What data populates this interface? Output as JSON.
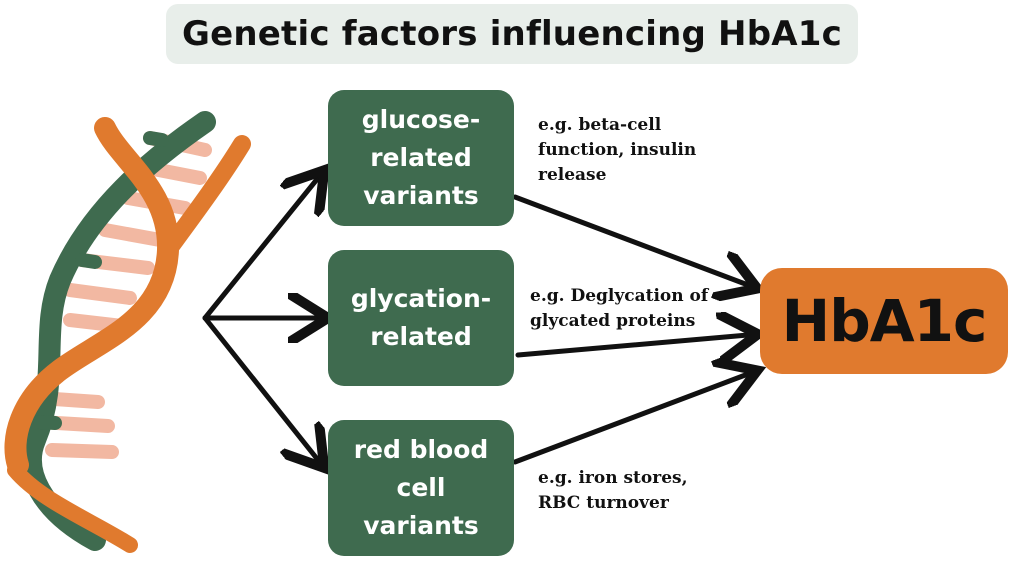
{
  "title": "Genetic factors influencing HbA1c",
  "boxes": [
    {
      "lines": [
        "glucose-",
        "related",
        "variants"
      ]
    },
    {
      "lines": [
        "glycation-",
        "related"
      ]
    },
    {
      "lines": [
        "red blood",
        "cell",
        "variants"
      ]
    }
  ],
  "notes": [
    {
      "lines": [
        "e.g. beta-cell",
        "function, insulin",
        "release"
      ]
    },
    {
      "lines": [
        "e.g. Deglycation of",
        "glycated proteins"
      ]
    },
    {
      "lines": [
        "e.g. iron stores,",
        "RBC turnover"
      ]
    }
  ],
  "target": "HbA1c",
  "icons": [
    "dna-helix-icon"
  ],
  "colors": {
    "green": "#3f6b4f",
    "orange": "#e07a2e",
    "pink": "#f2b8a2",
    "title_bg": "#e8eeea"
  }
}
